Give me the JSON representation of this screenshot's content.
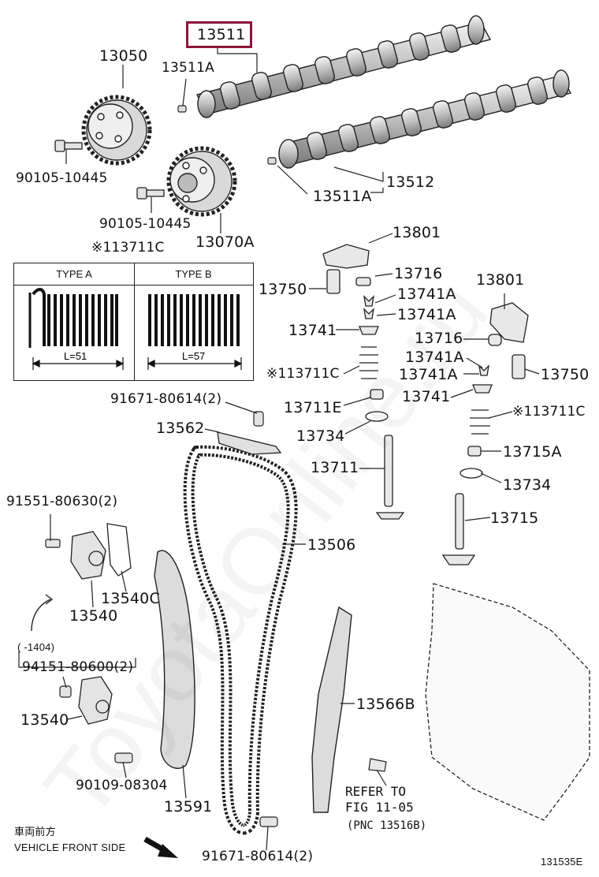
{
  "highlighted_part": "13511",
  "labels": {
    "p13511": "13511",
    "p13511A_top": "13511A",
    "p13050": "13050",
    "p90105_a": "90105-10445",
    "p90105_b": "90105-10445",
    "p13070A": "13070A",
    "p13512": "13512",
    "p13511A_bottom": "13511A",
    "p13711C_note": "※113711C",
    "p13801_a": "13801",
    "p13750_a": "13750",
    "p13716_a": "13716",
    "p13741A_a1": "13741A",
    "p13741A_a2": "13741A",
    "p13741_a": "13741",
    "p13711C_a": "※113711C",
    "p13711E": "13711E",
    "p13734_a": "13734",
    "p13711": "13711",
    "p13801_b": "13801",
    "p13716_b": "13716",
    "p13741A_b1": "13741A",
    "p13741A_b2": "13741A",
    "p13750_b": "13750",
    "p13741_b": "13741",
    "p13711C_b": "※113711C",
    "p13715A": "13715A",
    "p13734_b": "13734",
    "p13715": "13715",
    "p91671_a": "91671-80614(2)",
    "p13562": "13562",
    "p13506": "13506",
    "p91551": "91551-80630(2)",
    "p13540C": "13540C",
    "p13540_a": "13540",
    "p1404": "(      -1404)",
    "p94151": "94151-80600(2)",
    "p13540_b": "13540",
    "p13566B": "13566B",
    "p90109": "90109-08304",
    "p13591": "13591",
    "p91671_b": "91671-80614(2)",
    "refer_line1": "REFER TO",
    "refer_line2": "FIG 11-05",
    "refer_line3": "(PNC 13516B)",
    "front_jp": "車両前方",
    "front_en": "VEHICLE FRONT SIDE",
    "figure_code": "131535E"
  },
  "type_table": {
    "type_a": "TYPE A",
    "type_b": "TYPE B",
    "length_a": "L=51",
    "length_b": "L=57"
  },
  "watermark": "ToyotaOnline.ru",
  "colors": {
    "highlight": "#8b1538",
    "line": "#111111"
  }
}
